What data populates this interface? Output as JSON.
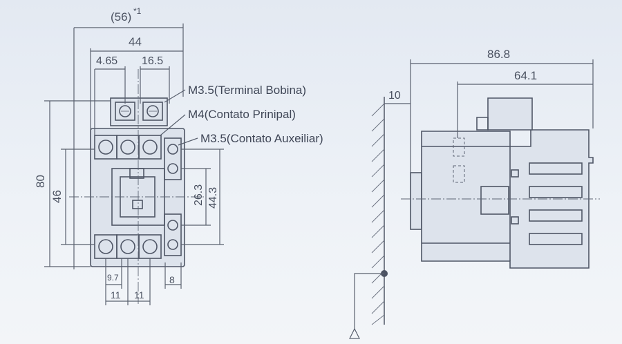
{
  "dimensions": {
    "front_overall_width": "(56)",
    "front_overall_width_note": "*1",
    "front_width": "44",
    "front_left_offset": "4.65",
    "front_coil_pitch": "16.5",
    "front_height": "80",
    "front_mount_height": "46",
    "front_aux_pitch_inner": "26.3",
    "front_aux_pitch_outer": "44.3",
    "front_bottom_97": "9.7",
    "front_bottom_11a": "11",
    "front_bottom_11b": "11",
    "front_bottom_8": "8",
    "side_total_depth": "86.8",
    "side_body_depth": "64.1",
    "side_wall_gap": "10"
  },
  "labels": {
    "coil_terminal": "M3.5(Terminal Bobina)",
    "main_contact": "M4(Contato Prinipal)",
    "aux_contact": "M3.5(Contato Auxeiliar)"
  }
}
